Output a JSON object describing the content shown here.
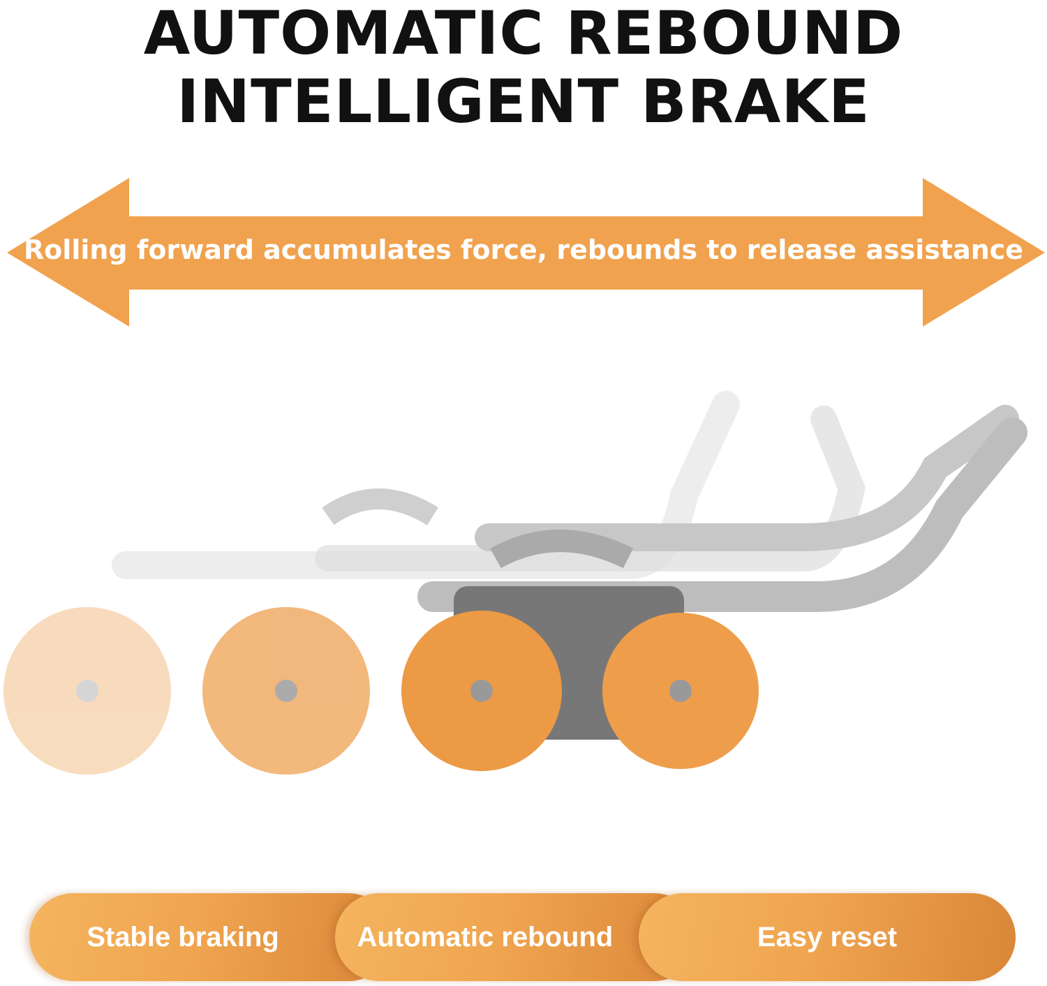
{
  "header": {
    "line1": "AUTOMATIC REBOUND",
    "line2": "INTELLIGENT BRAKE"
  },
  "arrow": {
    "text": "Rolling forward accumulates force, rebounds to release assistance",
    "color": "#f0a24e"
  },
  "features": [
    {
      "label": "Stable braking"
    },
    {
      "label": "Automatic rebound"
    },
    {
      "label": "Easy reset"
    }
  ],
  "colors": {
    "wheel": "#ec9a45",
    "frame": "#d9d9d9"
  }
}
